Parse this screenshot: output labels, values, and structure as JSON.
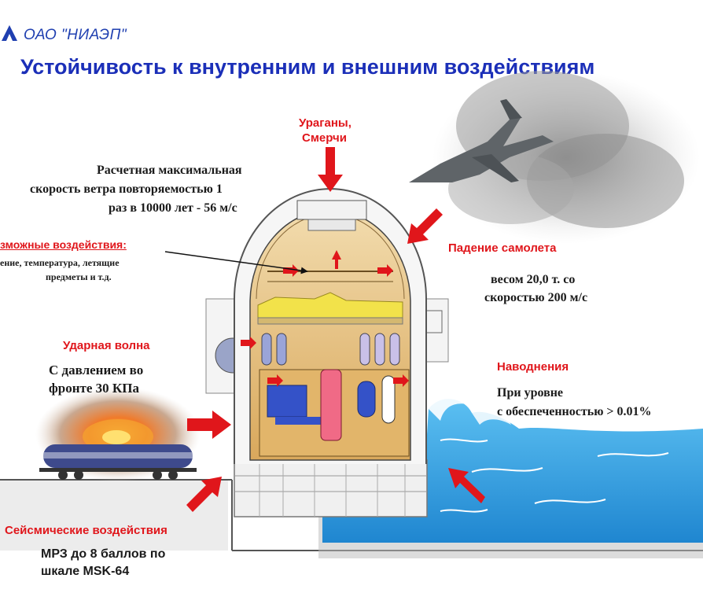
{
  "header": {
    "org": "ОАО \"НИАЭП\"",
    "title": "Устойчивость к внутренним и внешним воздействиям"
  },
  "hurricanes": {
    "heading_line1": "Ураганы,",
    "heading_line2": "Смерчи",
    "wind_line1": "Расчетная максимальная",
    "wind_line2": "скорость ветра повторяемостью 1",
    "wind_line3": "раз в 10000 лет - 56 м/с"
  },
  "possible_impacts": {
    "heading": "зможные воздействия:",
    "line1": "ение, температура, летящие",
    "line2": "предметы и т.д."
  },
  "aircraft": {
    "heading": "Падение самолета",
    "line1": "весом 20,0 т. со",
    "line2": "скоростью 200 м/с"
  },
  "shock_wave": {
    "heading": "Ударная волна",
    "line1": "С давлением во",
    "line2": "фронте 30 КПа"
  },
  "flood": {
    "heading": "Наводнения",
    "line1": "При уровне",
    "line2": "с обеспеченностью  >  0.01%"
  },
  "seismic": {
    "heading": "Сейсмические воздействия",
    "line1": "МРЗ до 8 баллов по",
    "line2": "шкале MSK-64"
  },
  "colors": {
    "title_blue": "#1b2fb8",
    "accent_red": "#e0161b",
    "water_blue": "#39a9e6",
    "dome_tan": "#e8c890"
  },
  "icons": [
    "logo-triangle-icon",
    "airplane-icon",
    "explosion-icon",
    "rail-tank-icon",
    "wave-icon"
  ]
}
